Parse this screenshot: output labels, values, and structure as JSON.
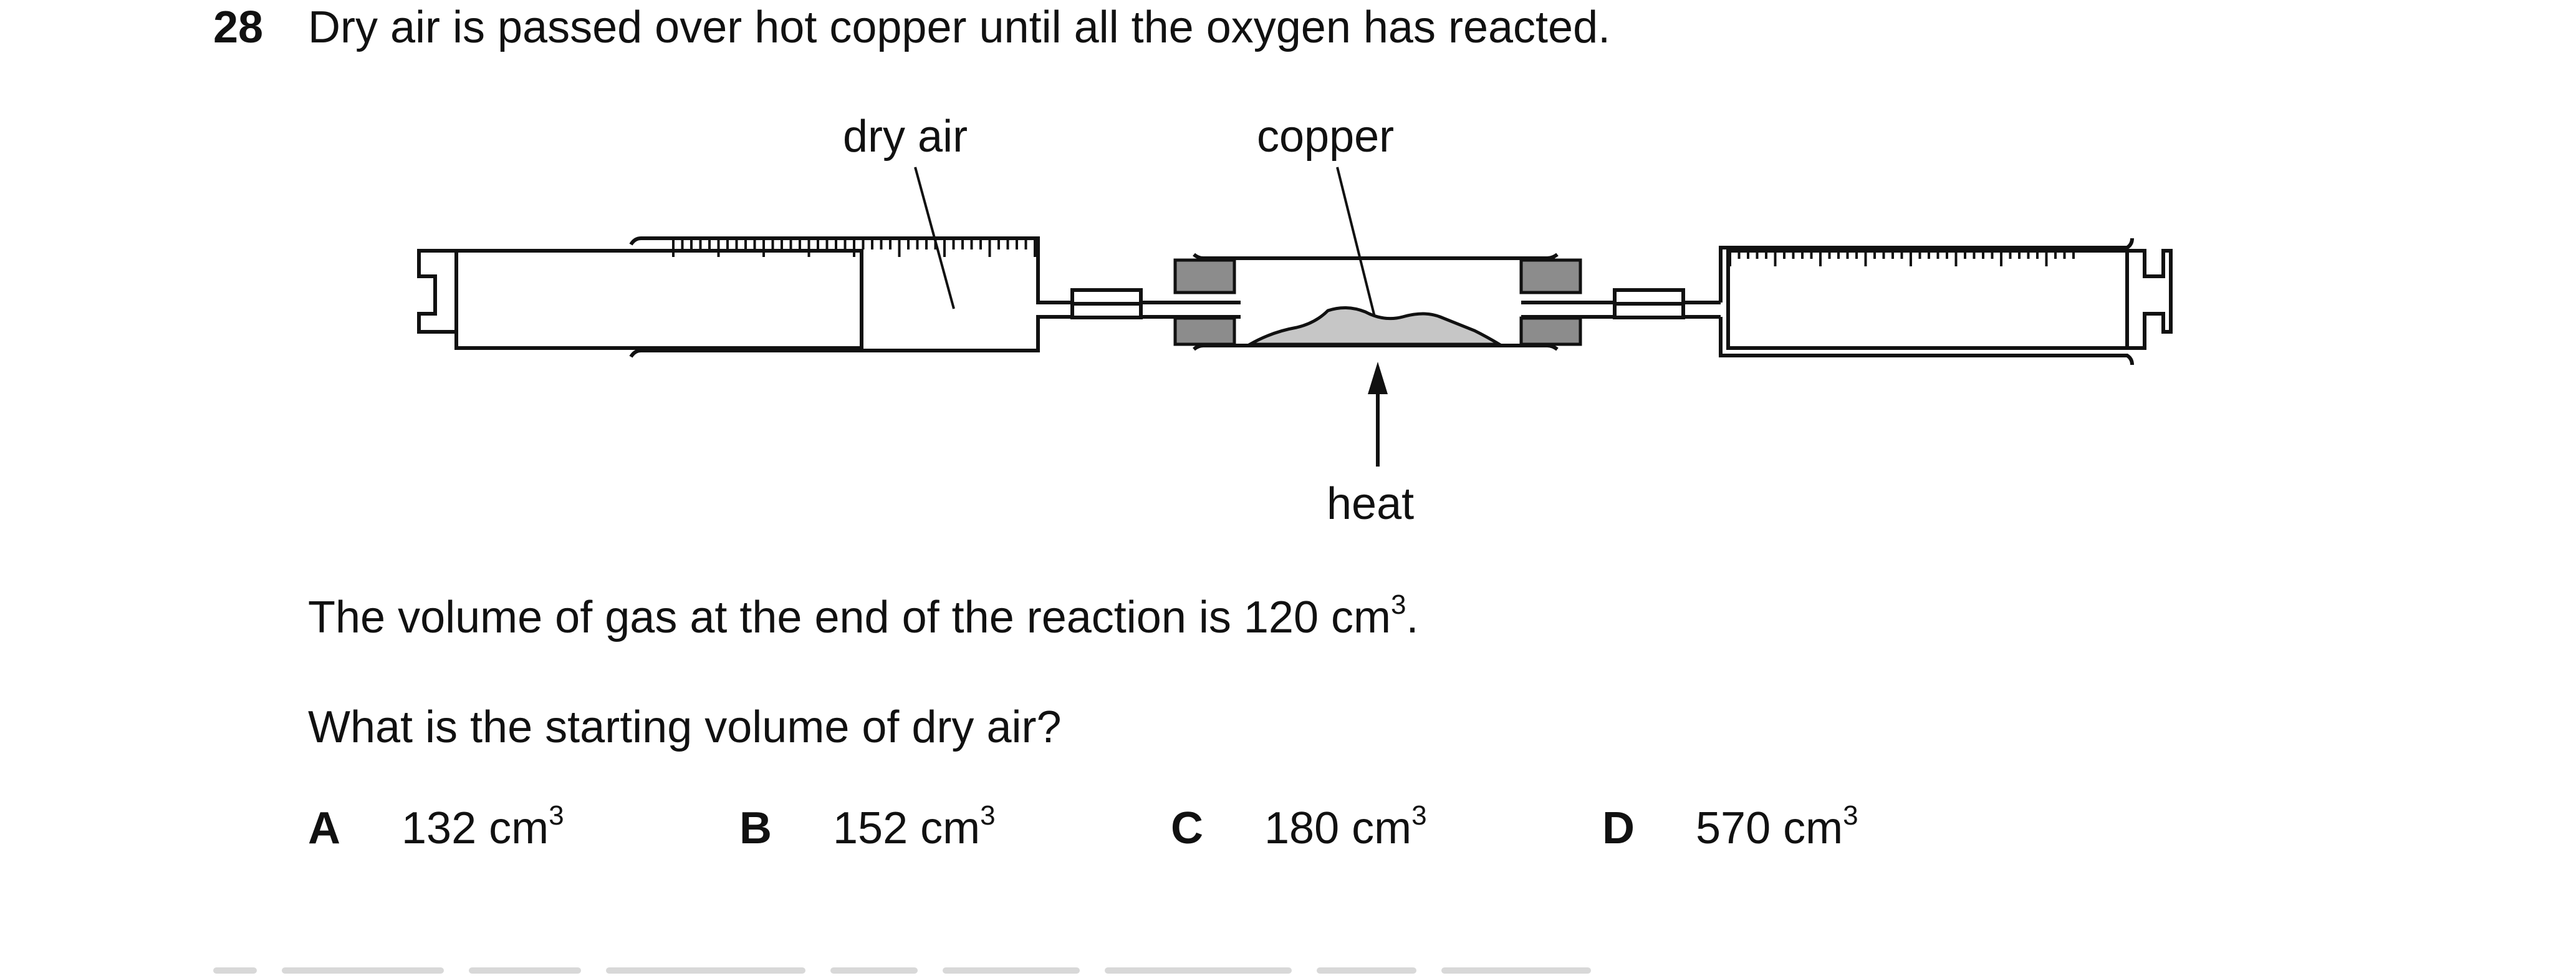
{
  "question": {
    "number": "28",
    "text": "Dry air is passed over hot copper until all the oxygen has reacted."
  },
  "diagram": {
    "label_dry_air": "dry air",
    "label_copper": "copper",
    "label_heat": "heat"
  },
  "statement": {
    "text": "The volume of gas at the end of the reaction is 120 cm",
    "superscript": "3",
    "end": "."
  },
  "prompt": "What is the starting volume of dry air?",
  "options": [
    {
      "letter": "A",
      "value": "132 cm",
      "superscript": "3"
    },
    {
      "letter": "B",
      "value": "152 cm",
      "superscript": "3"
    },
    {
      "letter": "C",
      "value": "180 cm",
      "superscript": "3"
    },
    {
      "letter": "D",
      "value": "570 cm",
      "superscript": "3"
    }
  ],
  "colors": {
    "ink": "#111111",
    "stopper_grey": "#8c8c8c",
    "copper_fill": "#c6c6c6"
  }
}
